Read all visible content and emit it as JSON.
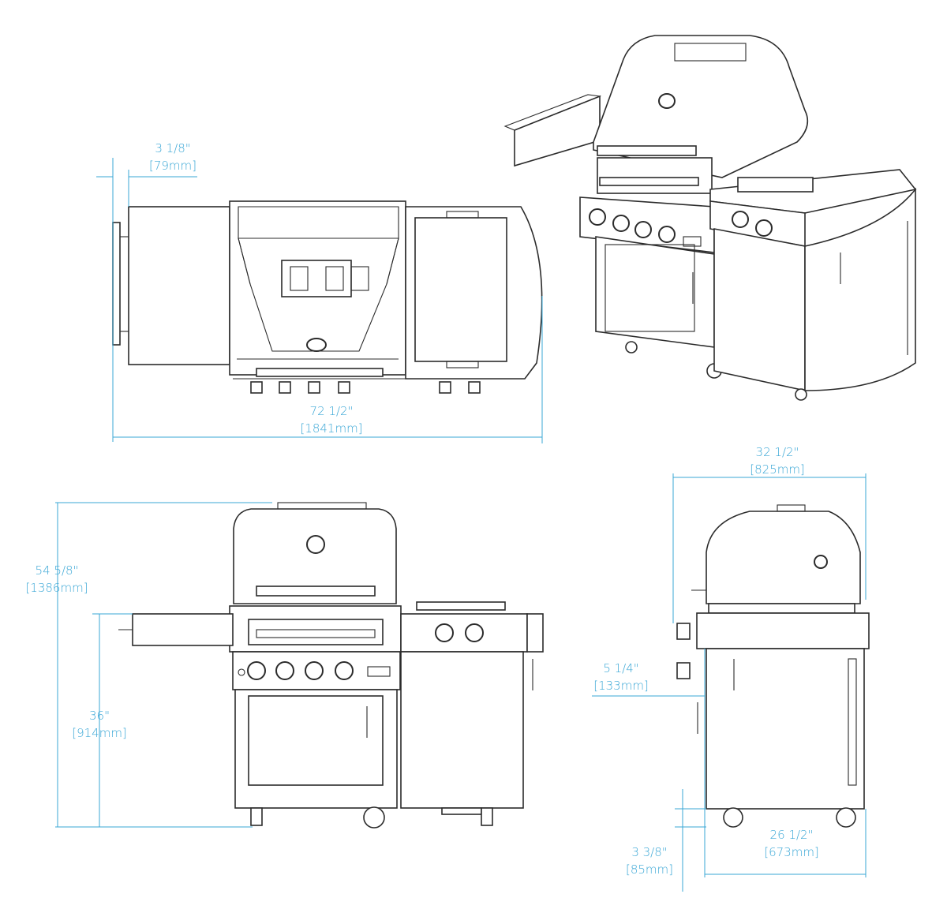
{
  "colors": {
    "line": "#2b2b2b",
    "dimension": "#3aa7d6",
    "background": "#ffffff"
  },
  "dimensions": {
    "shelf_depth": {
      "imperial": "3 1/8\"",
      "metric": "[79mm]"
    },
    "total_width": {
      "imperial": "72 1/2\"",
      "metric": "[1841mm]"
    },
    "total_height": {
      "imperial": "54 5/8\"",
      "metric": "[1386mm]"
    },
    "counter_height": {
      "imperial": "36\"",
      "metric": "[914mm]"
    },
    "depth_overall": {
      "imperial": "32 1/2\"",
      "metric": "[825mm]"
    },
    "knob_projection": {
      "imperial": "5 1/4\"",
      "metric": "[133mm]"
    },
    "caster_height": {
      "imperial": "3 3/8\"",
      "metric": "[85mm]"
    },
    "cart_depth": {
      "imperial": "26 1/2\"",
      "metric": "[673mm]"
    }
  }
}
